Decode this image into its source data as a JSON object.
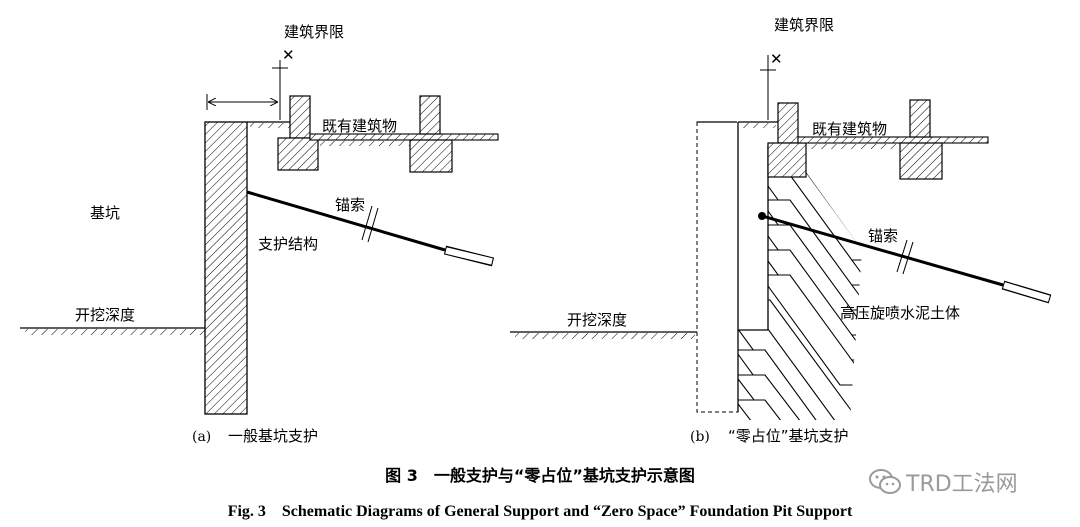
{
  "diagram_a": {
    "boundary_label": "建筑界限",
    "building_label": "既有建筑物",
    "pit_label": "基坑",
    "support_label": "支护结构",
    "anchor_label": "锚索",
    "depth_label": "开挖深度",
    "caption_letter": "(a)",
    "caption_text": "一般基坑支护"
  },
  "diagram_b": {
    "boundary_label": "建筑界限",
    "building_label": "既有建筑物",
    "anchor_label": "锚索",
    "jet_label": "高压旋喷水泥土体",
    "depth_label": "开挖深度",
    "caption_letter": "(b)",
    "caption_text": "“零占位”基坑支护"
  },
  "figure": {
    "caption_cn": "图 3　一般支护与“零占位”基坑支护示意图",
    "caption_en": "Fig. 3　Schematic Diagrams of General Support and “Zero Space” Foundation Pit Support"
  },
  "watermark": {
    "text": "TRD工法网",
    "icon": "wechat-logo-icon"
  }
}
